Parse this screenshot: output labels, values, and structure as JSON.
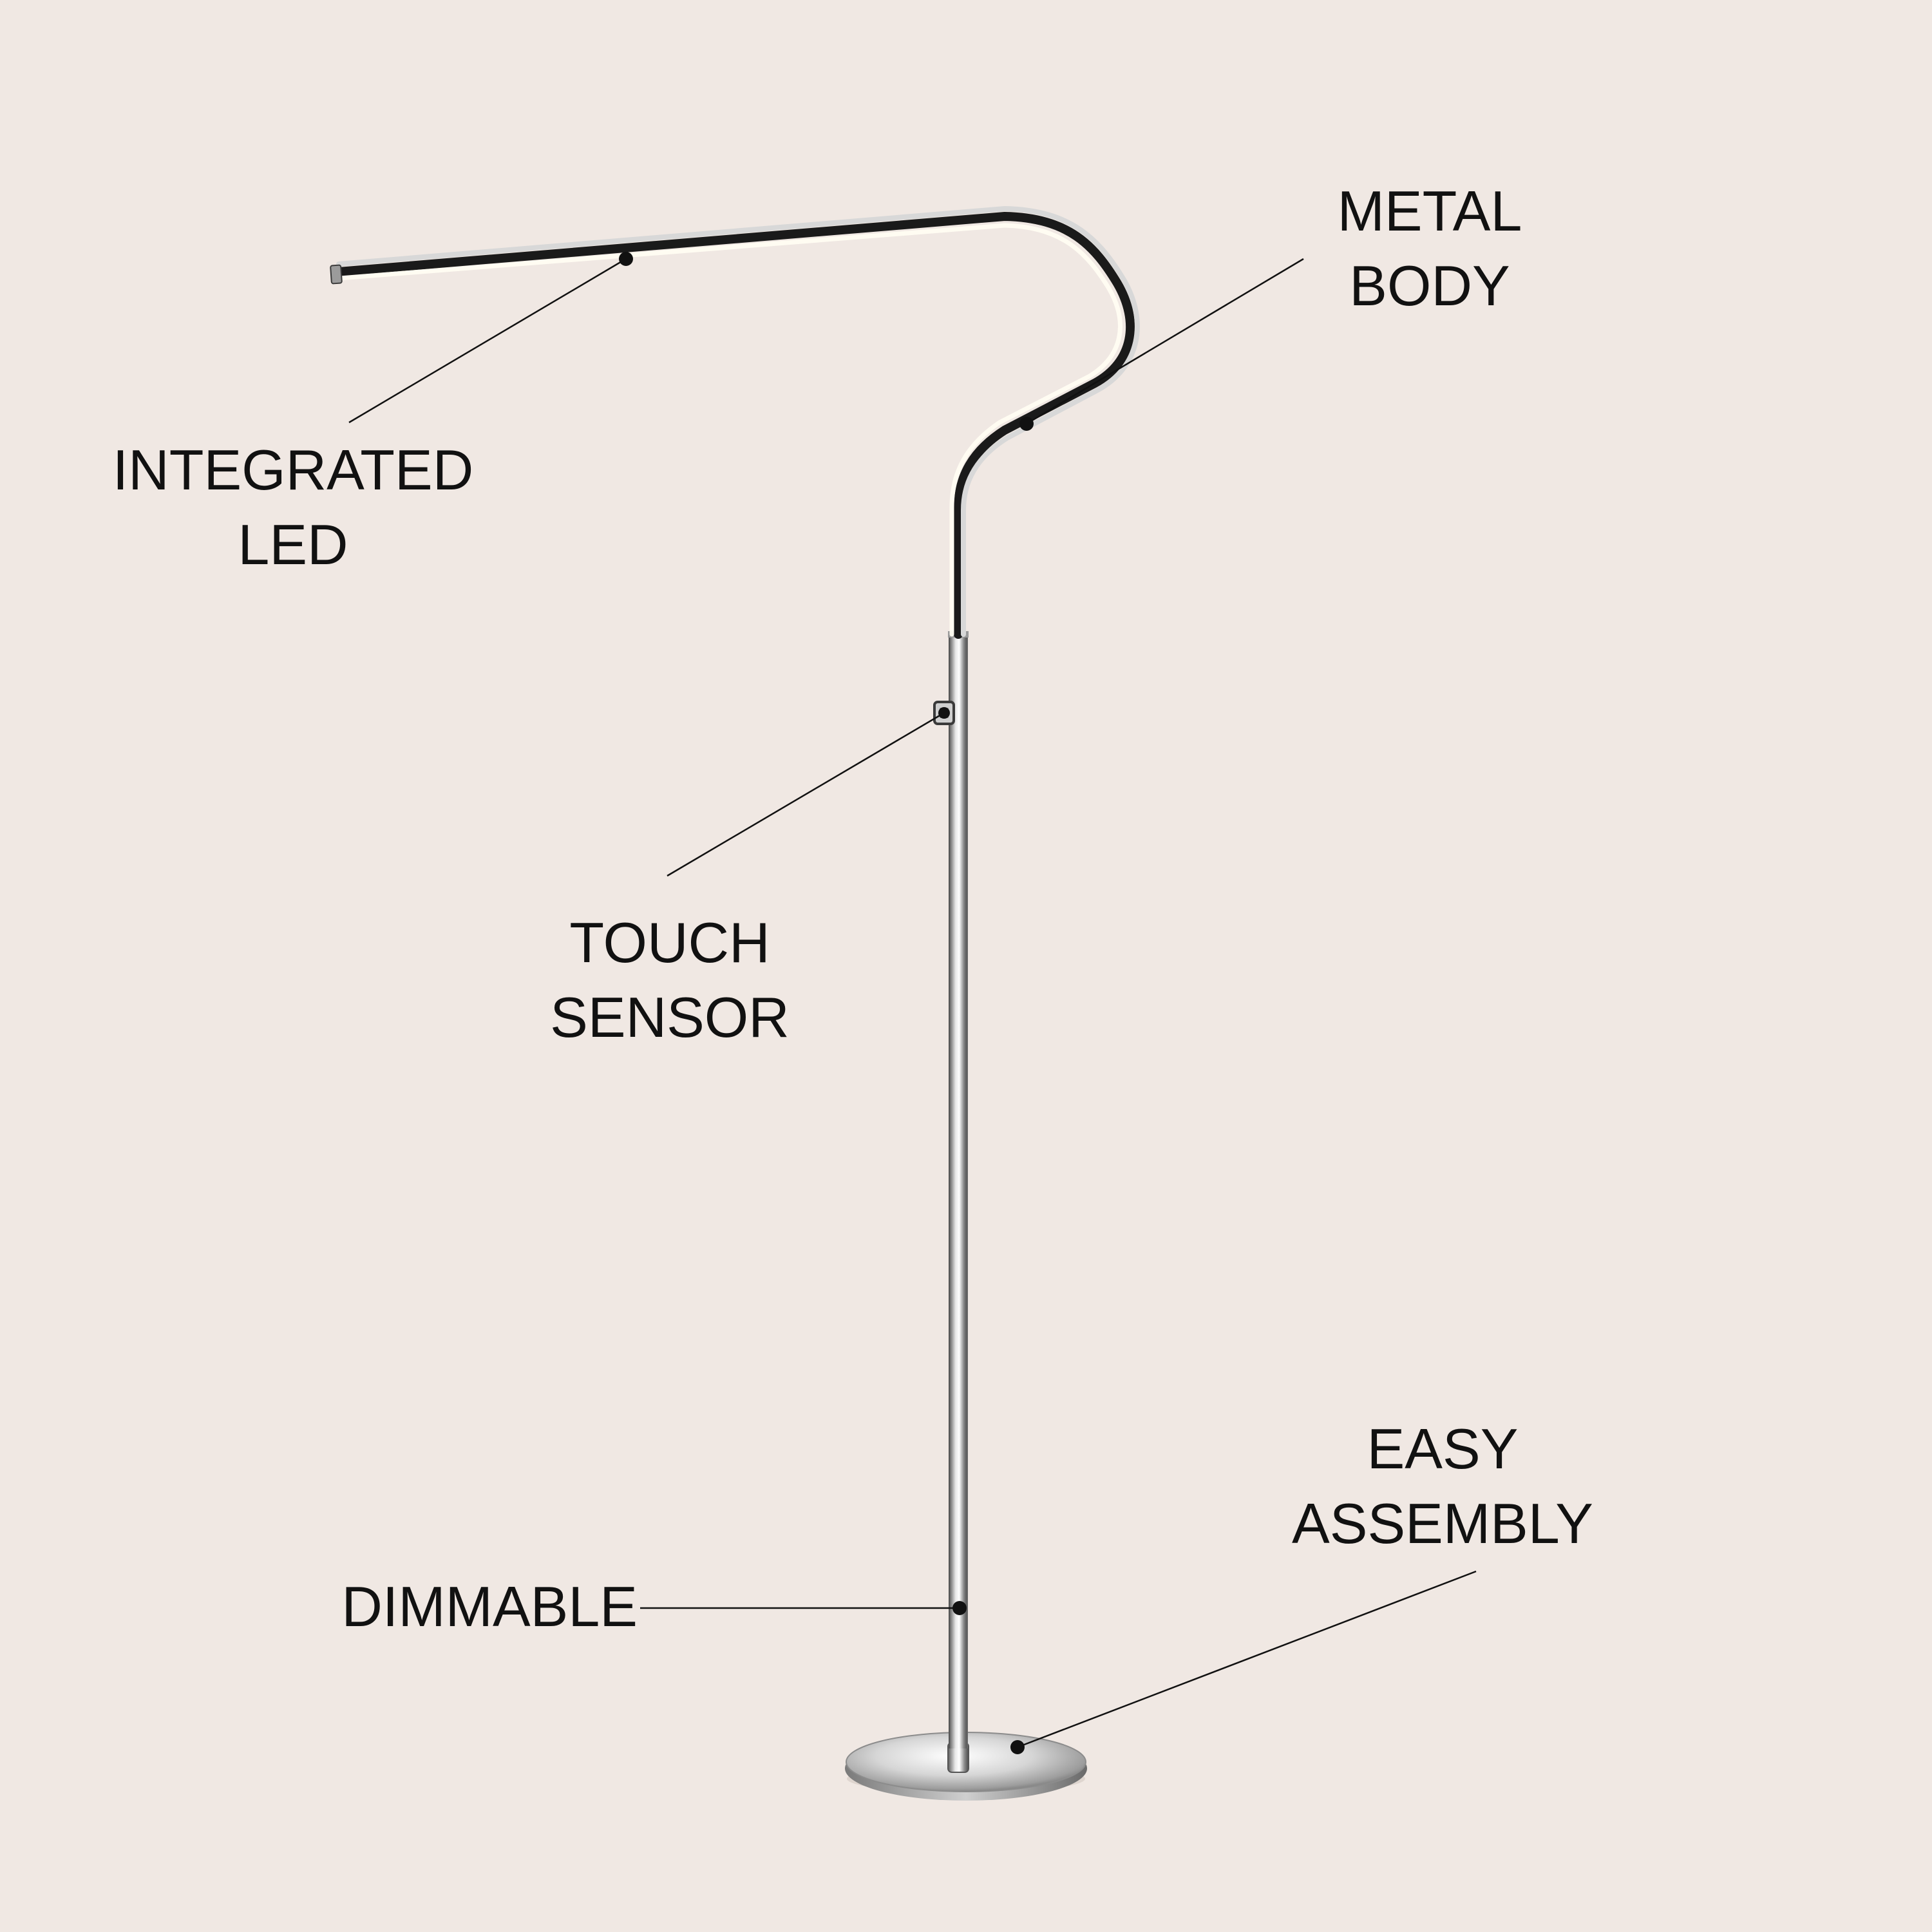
{
  "background_color": "#F0E8E3",
  "text_color": "#111111",
  "callouts": {
    "integrated_led": {
      "line1": "INTEGRATED",
      "line2": "LED"
    },
    "metal_body": {
      "line1": "METAL",
      "line2": "BODY"
    },
    "touch_sensor": {
      "line1": "TOUCH",
      "line2": "SENSOR"
    },
    "dimmable": {
      "line1": "DIMMABLE"
    },
    "easy_assembly": {
      "line1": "EASY",
      "line2": "ASSEMBLY"
    }
  }
}
